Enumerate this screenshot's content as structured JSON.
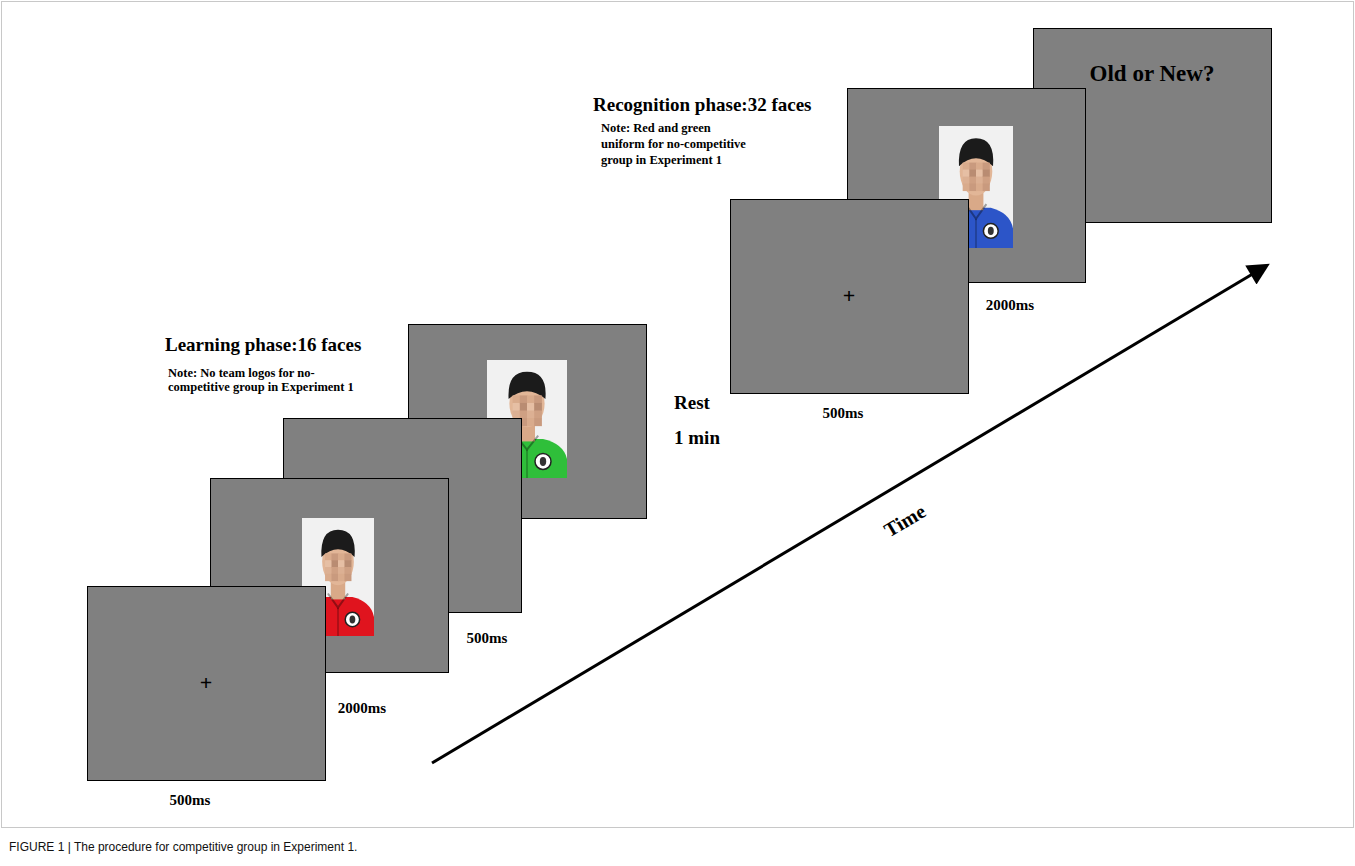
{
  "diagram": {
    "caption": "FIGURE 1 | The procedure for competitive group in Experiment 1.",
    "nodes": [
      {
        "text": [
          "+"
        ]
      },
      {
        "text": [
          "Old or New?"
        ]
      },
      {
        "text": [
          "+"
        ]
      }
    ],
    "labels": [
      "Learning phase:16 faces",
      "Note: No team logos for no-competitive group in Experiment 1",
      "500ms",
      "2000ms",
      "500ms",
      "Rest",
      "1 min",
      "Recognition phase:32 faces",
      "Note: Red and green uniform for no-competitive group in Experiment 1",
      "500ms",
      "2000ms",
      "Time"
    ]
  }
}
